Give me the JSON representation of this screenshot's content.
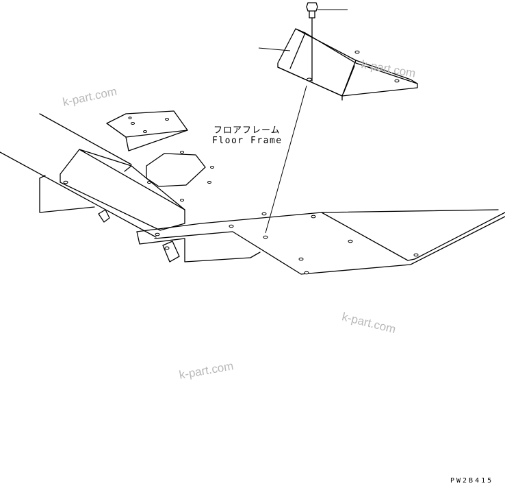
{
  "labels": {
    "part_name_jp": "フロアフレーム",
    "part_name_en": "Floor Frame"
  },
  "watermarks": [
    "k-part.com",
    "k-part.com",
    "k-part.com",
    "k-part.com"
  ],
  "part_code": "PW2B415"
}
